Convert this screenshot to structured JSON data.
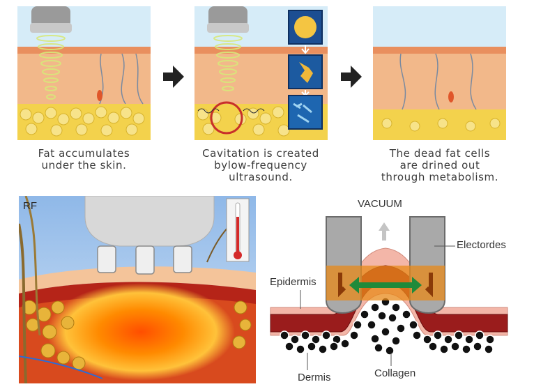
{
  "steps": [
    {
      "caption": "Fat accumulates\nunder the skin."
    },
    {
      "caption": "Cavitation is created\nbylow-frequency\nultrasound."
    },
    {
      "caption": "The dead fat cells\nare drined out\nthrough metabolism."
    }
  ],
  "rf_panel": {
    "label": "RF"
  },
  "vacuum_diagram": {
    "title": "VACUUM",
    "labels": {
      "electrodes": "Electordes",
      "epidermis": "Epidermis",
      "dermis": "Dermis",
      "collagen": "Collagen"
    }
  },
  "colors": {
    "skin_top": "#e8a070",
    "fat": "#f2d34a",
    "sky": "#d6ecf8",
    "electrode": "#a9a9a9",
    "arrow_green": "#1f8a3a",
    "heat": "#ff7a00"
  }
}
